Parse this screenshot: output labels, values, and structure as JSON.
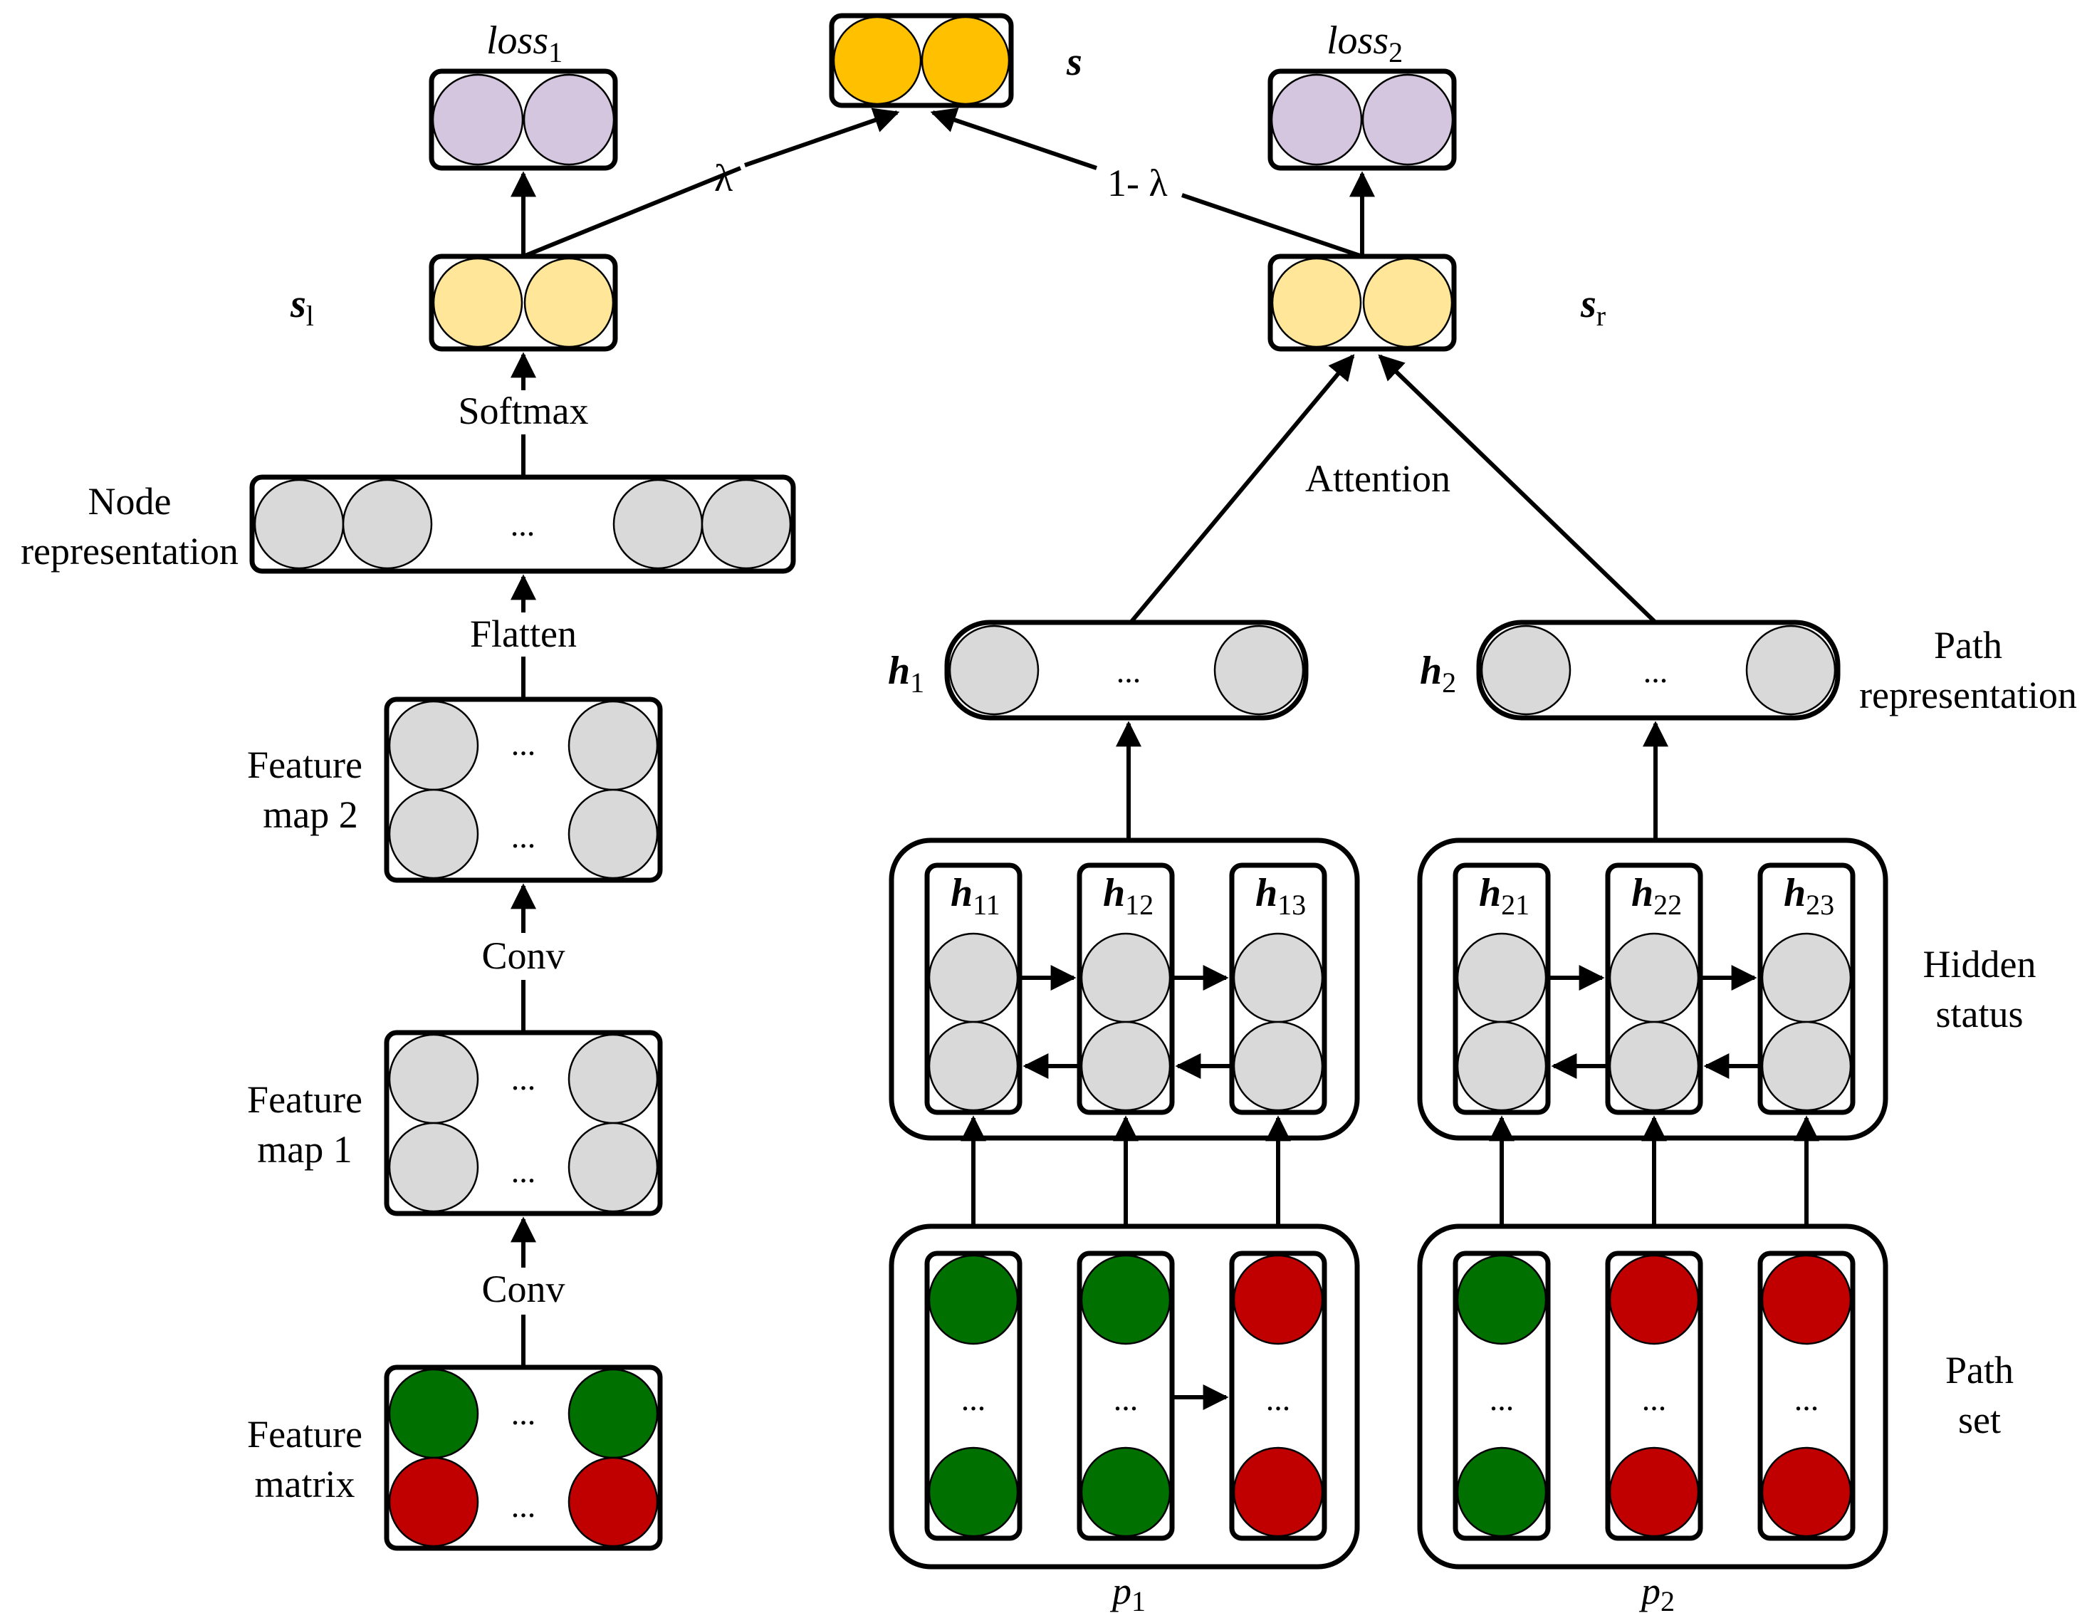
{
  "colors": {
    "gray": "#d9d9d9",
    "green": "#007000",
    "red": "#c00000",
    "lavender": "#d5c6df",
    "light_yellow": "#ffe699",
    "gold": "#ffc000"
  },
  "outputs": {
    "s": "s",
    "loss1": "loss",
    "loss1_sub": "1",
    "loss2": "loss",
    "loss2_sub": "2",
    "lambda": "λ",
    "one_minus_lambda": "1- λ"
  },
  "left_branch": {
    "sl": "s",
    "sl_sub": "l",
    "softmax": "Softmax",
    "node_rep_line1": "Node",
    "node_rep_line2": "representation",
    "flatten": "Flatten",
    "fmap2_line1": "Feature",
    "fmap2_line2": "map 2",
    "conv2": "Conv",
    "fmap1_line1": "Feature",
    "fmap1_line2": "map 1",
    "conv1": "Conv",
    "fmatrix_line1": "Feature",
    "fmatrix_line2": "matrix",
    "ellipsis": "..."
  },
  "right_branch": {
    "sr": "s",
    "sr_sub": "r",
    "attention": "Attention",
    "h1": "h",
    "h1_sub": "1",
    "h2": "h",
    "h2_sub": "2",
    "path_rep_line1": "Path",
    "path_rep_line2": "representation",
    "hidden_line1": "Hidden",
    "hidden_line2": "status",
    "pathset_line1": "Path",
    "pathset_line2": "set",
    "h11": "h",
    "h11_sub": "11",
    "h12": "h",
    "h12_sub": "12",
    "h13": "h",
    "h13_sub": "13",
    "h21": "h",
    "h21_sub": "21",
    "h22": "h",
    "h22_sub": "22",
    "h23": "h",
    "h23_sub": "23",
    "p1": "p",
    "p1_sub": "1",
    "p2": "p",
    "p2_sub": "2",
    "ellipsis": "..."
  }
}
